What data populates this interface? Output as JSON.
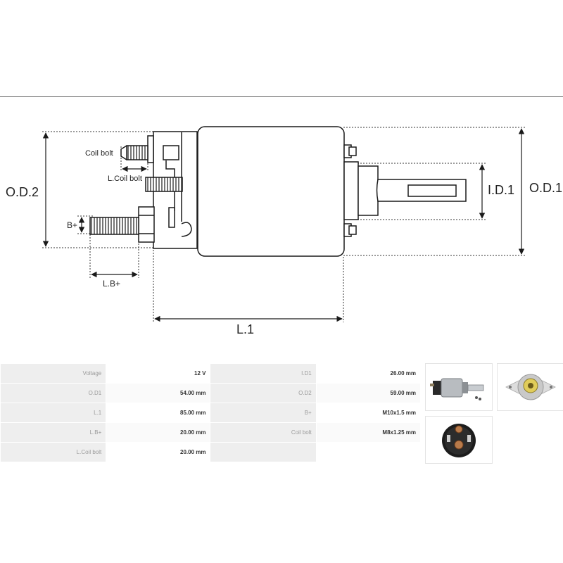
{
  "diagram": {
    "labels": {
      "od2": "O.D.2",
      "od1": "O.D.1",
      "id1": "I.D.1",
      "l1": "L.1",
      "lbplus": "L.B+",
      "bplus": "B+",
      "coil_bolt": "Coil bolt",
      "l_coil_bolt": "L.Coil bolt"
    }
  },
  "specs": {
    "rows": [
      {
        "label1": "Voltage",
        "value1": "12 V",
        "label2": "I.D1",
        "value2": "26.00 mm"
      },
      {
        "label1": "O.D1",
        "value1": "54.00 mm",
        "label2": "O.D2",
        "value2": "59.00 mm"
      },
      {
        "label1": "L.1",
        "value1": "85.00 mm",
        "label2": "B+",
        "value2": "M10x1.5 mm"
      },
      {
        "label1": "L.B+",
        "value1": "20.00 mm",
        "label2": "Coil bolt",
        "value2": "M8x1.25 mm"
      },
      {
        "label1": "L.Coil bolt",
        "value1": "20.00 mm",
        "label2": "",
        "value2": ""
      }
    ]
  },
  "colors": {
    "line": "#1a1a1a",
    "label_bg": "#eeeeee",
    "label_text": "#9a9a9a",
    "value_text": "#333333"
  }
}
